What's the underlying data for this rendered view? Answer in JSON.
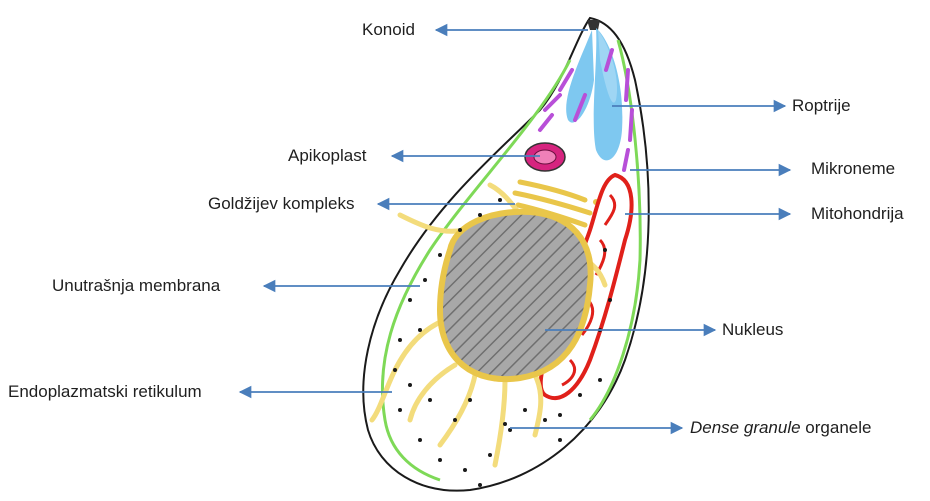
{
  "labels": {
    "konoid": "Konoid",
    "roptrije": "Roptrije",
    "apikoplast": "Apikoplast",
    "mikroneme": "Mikroneme",
    "goldzi": "Goldžijev kompleks",
    "mitohondrija": "Mitohondrija",
    "unutrasnja": "Unutrašnja membrana",
    "nukleus": "Nukleus",
    "endoplazmatski": "Endoplazmatski retikulum",
    "dense_italic": "Dense granule",
    "dense_rest": " organele"
  },
  "colors": {
    "arrow": "#4a7ebb",
    "outline": "#1a1a1a",
    "inner_membrane": "#7ed957",
    "roptrie": "#7ec8f0",
    "mikroneme": "#b84fd8",
    "apikoplast": "#d6247f",
    "golgi": "#e9c64a",
    "mitohondrija": "#e0201a",
    "er": "#f3dc7c",
    "nucleus": "#9a9a9a"
  }
}
